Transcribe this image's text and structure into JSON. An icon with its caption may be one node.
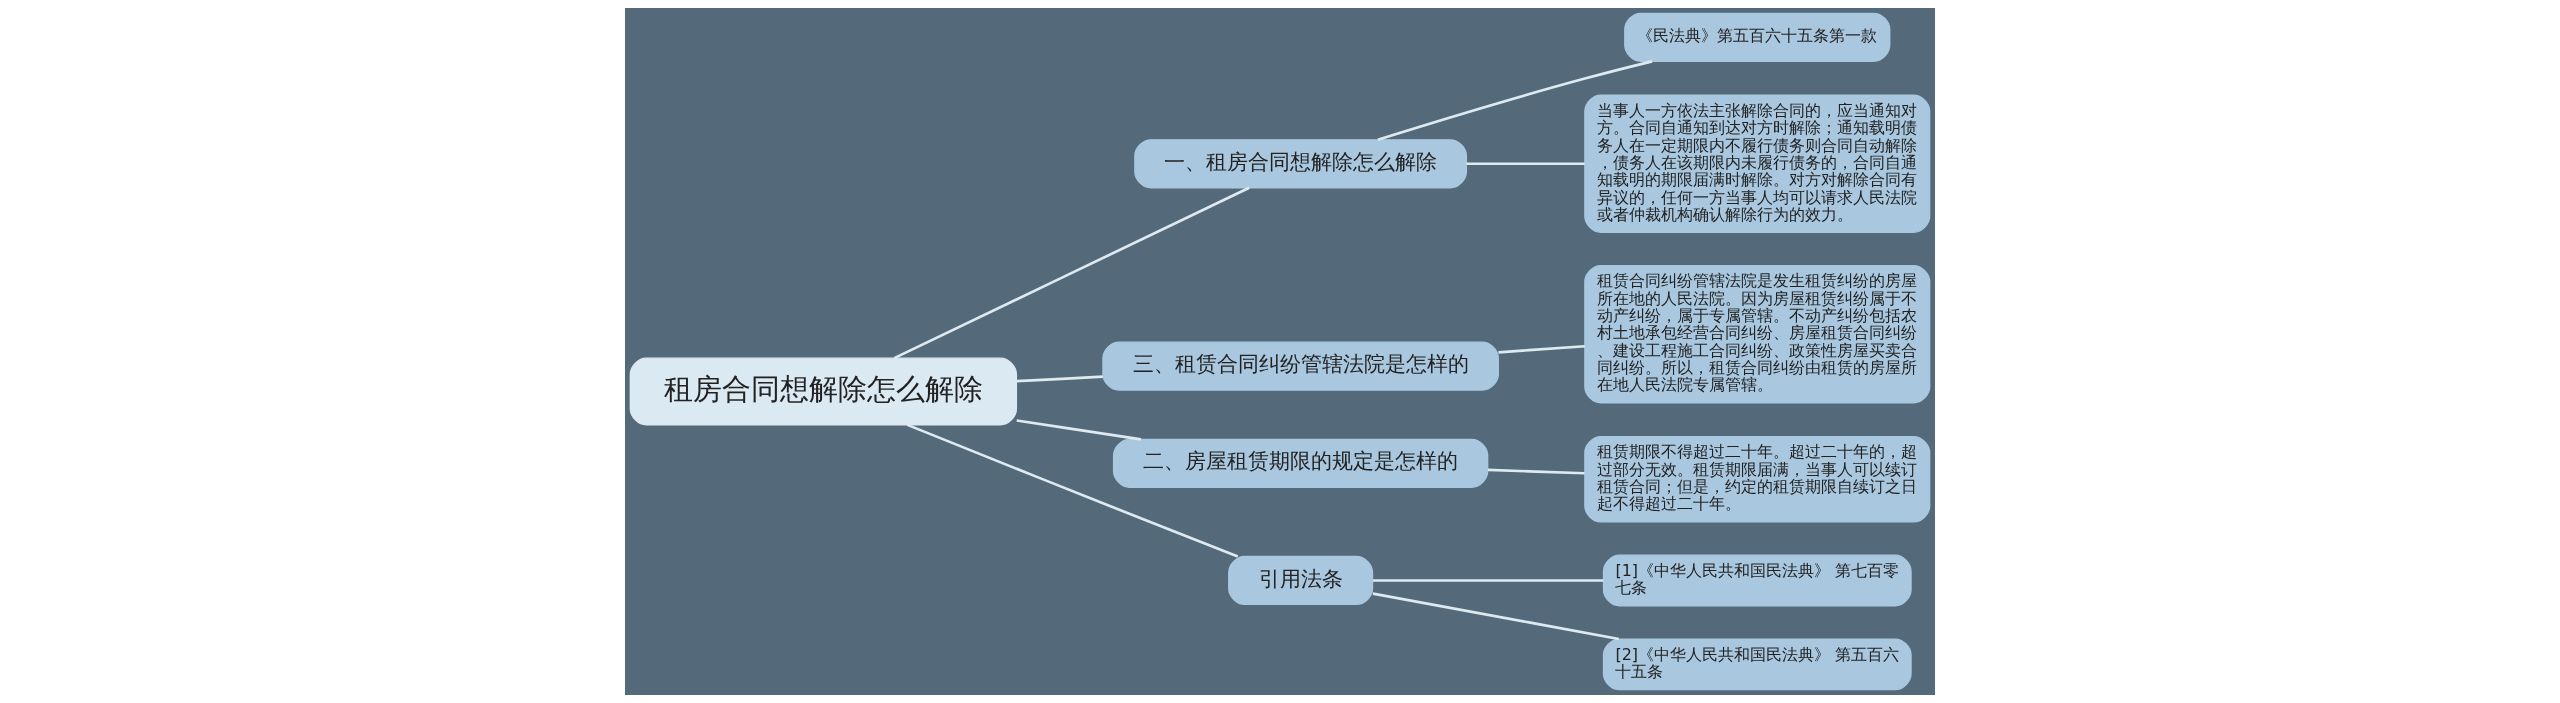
{
  "diagram": {
    "nodes": [
      {
        "text": [
          "租房合同想解除怎么解除"
        ]
      },
      {
        "text": [
          "一、租房合同想解除怎么解除"
        ]
      },
      {
        "text": [
          "《民法典》第五百六十五条第一款"
        ]
      },
      {
        "text": [
          "当事人一方依法主张解除合同的，应当通知对方。合同自通知到达对方时解除；通知载明债务人在一定期限内不履行债务则合同自动解除，债务人在该期限内未履行债务的，合同自通知载明的期限届满时解除。对方对解除合同有异议的，任何一方当事人均可以请求人民法院或者仲裁机构确认解除行为的效力。"
        ]
      },
      {
        "text": [
          "三、租赁合同纠纷管辖法院是怎样的"
        ]
      },
      {
        "text": [
          "租赁合同纠纷管辖法院是发生租赁纠纷的房屋所在地的人民法院。因为房屋租赁纠纷属于不动产纠纷，属于专属管辖。不动产纠纷包括农村土地承包经营合同纠纷、房屋租赁合同纠纷、建设工程施工合同纠纷、政策性房屋买卖合同纠纷。所以，租赁合同纠纷由租赁的房屋所在地人民法院专属管辖。"
        ]
      },
      {
        "text": [
          "二、房屋租赁期限的规定是怎样的"
        ]
      },
      {
        "text": [
          "租赁期限不得超过二十年。超过二十年的，超过部分无效。租赁期限届满，当事人可以续订租赁合同；但是，约定的租赁期限自续订之日起不得超过二十年。"
        ]
      },
      {
        "text": [
          "引用法条"
        ]
      },
      {
        "text": [
          "[1]《中华人民共和国民法典》 第七百零七条"
        ]
      },
      {
        "text": [
          "[2]《中华人民共和国民法典》 第五百六十五条"
        ]
      }
    ],
    "edges": [
      {
        "from": 0,
        "to": 1,
        "arrow": "none"
      },
      {
        "from": 1,
        "to": 2,
        "arrow": "none"
      },
      {
        "from": 1,
        "to": 3,
        "arrow": "none"
      },
      {
        "from": 0,
        "to": 4,
        "arrow": "none"
      },
      {
        "from": 4,
        "to": 5,
        "arrow": "none"
      },
      {
        "from": 0,
        "to": 6,
        "arrow": "none"
      },
      {
        "from": 6,
        "to": 7,
        "arrow": "none"
      },
      {
        "from": 0,
        "to": 8,
        "arrow": "none"
      },
      {
        "from": 8,
        "to": 9,
        "arrow": "none"
      },
      {
        "from": 8,
        "to": 10,
        "arrow": "none"
      }
    ]
  }
}
